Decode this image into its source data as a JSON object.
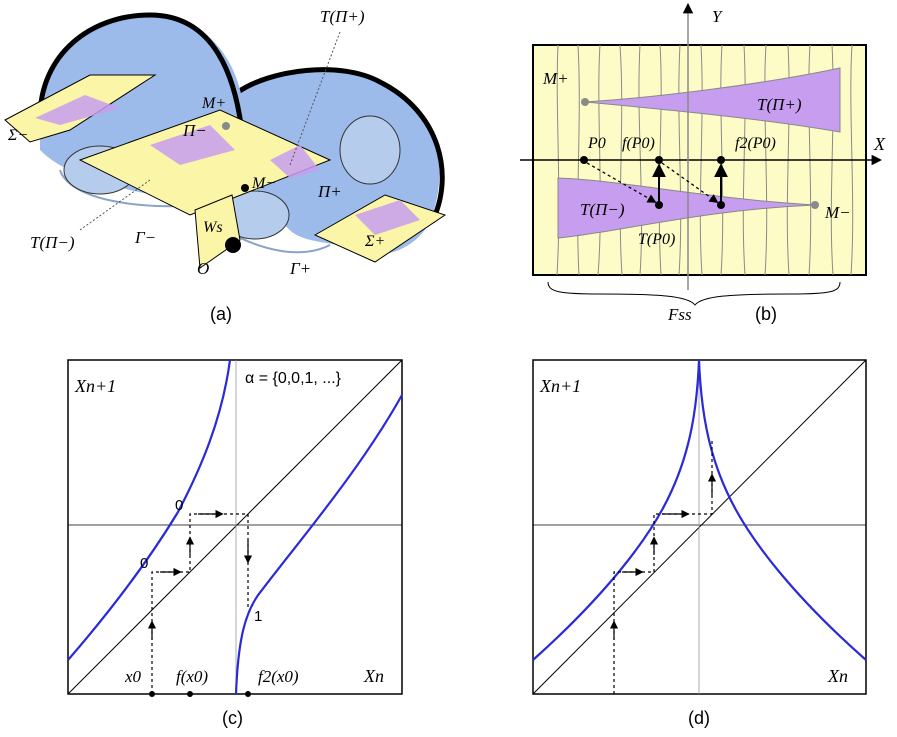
{
  "panel_a": {
    "caption": "(a)",
    "labels": {
      "T_Pi_plus": "T(Π+)",
      "M_plus": "M+",
      "Sigma_minus": "Σ−",
      "Pi_minus": "Π−",
      "M_minus": "M−",
      "Pi_plus": "Π+",
      "W_s": "Ws",
      "T_Pi_minus": "T(Π−)",
      "Gamma_minus": "Γ−",
      "O": "O",
      "Gamma_plus": "Γ+",
      "Sigma_plus": "Σ+"
    }
  },
  "panel_b": {
    "caption": "(b)",
    "labels": {
      "Y": "Y",
      "X": "X",
      "M_plus": "M+",
      "P0": "P0",
      "f_P0": "f(P0)",
      "f2_P0": "f2(P0)",
      "T_Pi_plus": "T(Π+)",
      "T_Pi_minus": "T(Π−)",
      "T_P0": "T(P0)",
      "M_minus": "M−",
      "F_ss": "Fss"
    }
  },
  "panel_c": {
    "caption": "(c)",
    "alpha": "α = {0,0,1, ...}",
    "labels": {
      "x_axis": "Xn",
      "y_axis": "Xn+1",
      "x0": "x0",
      "f_x0": "f(x0)",
      "f2_x0": "f2(x0)",
      "step1": "0",
      "step2": "0",
      "step3": "1"
    }
  },
  "panel_d": {
    "caption": "(d)",
    "labels": {
      "x_axis": "Xn",
      "y_axis": "Xn+1"
    }
  },
  "colors": {
    "surface_blue": "#9dbbea",
    "section_yellow": "#fbf5a8",
    "region_purple": "#c79df0",
    "background_yellow": "#fdfcc6",
    "curve_blue": "#2a2ad9",
    "gray": "#8a8a8a"
  }
}
